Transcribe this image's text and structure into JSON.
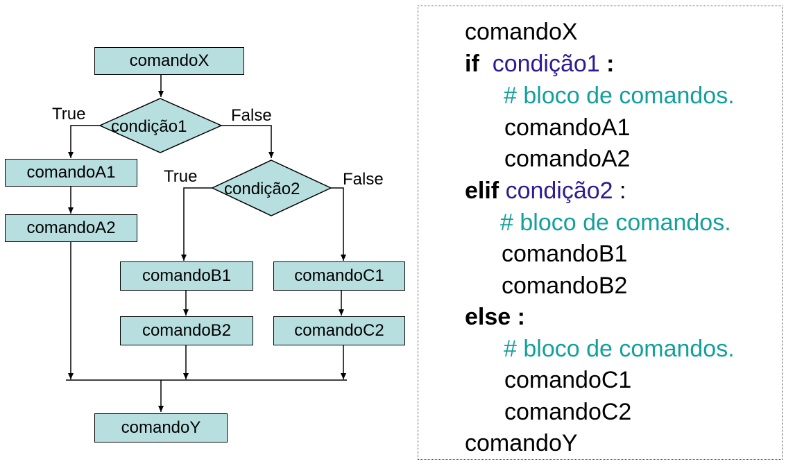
{
  "flowchart": {
    "comandoX": "comandoX",
    "condicao1": "condição1",
    "condicao2": "condição2",
    "comandoA1": "comandoA1",
    "comandoA2": "comandoA2",
    "comandoB1": "comandoB1",
    "comandoB2": "comandoB2",
    "comandoC1": "comandoC1",
    "comandoC2": "comandoC2",
    "comandoY": "comandoY",
    "true_label": "True",
    "false_label": "False",
    "colors": {
      "box_fill": "#b7dfe0",
      "line": "#000000"
    }
  },
  "code": {
    "line1": "comandoX",
    "if_kw": "if",
    "if_cond": "condição1",
    "if_colon": ":",
    "comment": "# bloco de comandos.",
    "a1": "comandoA1",
    "a2": "comandoA2",
    "elif_kw": "elif",
    "elif_cond": "condição2",
    "elif_colon": ":",
    "b1": "comandoB1",
    "b2": "comandoB2",
    "else_kw": "else :",
    "c1": "comandoC1",
    "c2": "comandoC2",
    "last": "comandoY",
    "colors": {
      "keyword": "#000000",
      "condition": "#2e1a94",
      "comment": "#13a09c"
    }
  }
}
